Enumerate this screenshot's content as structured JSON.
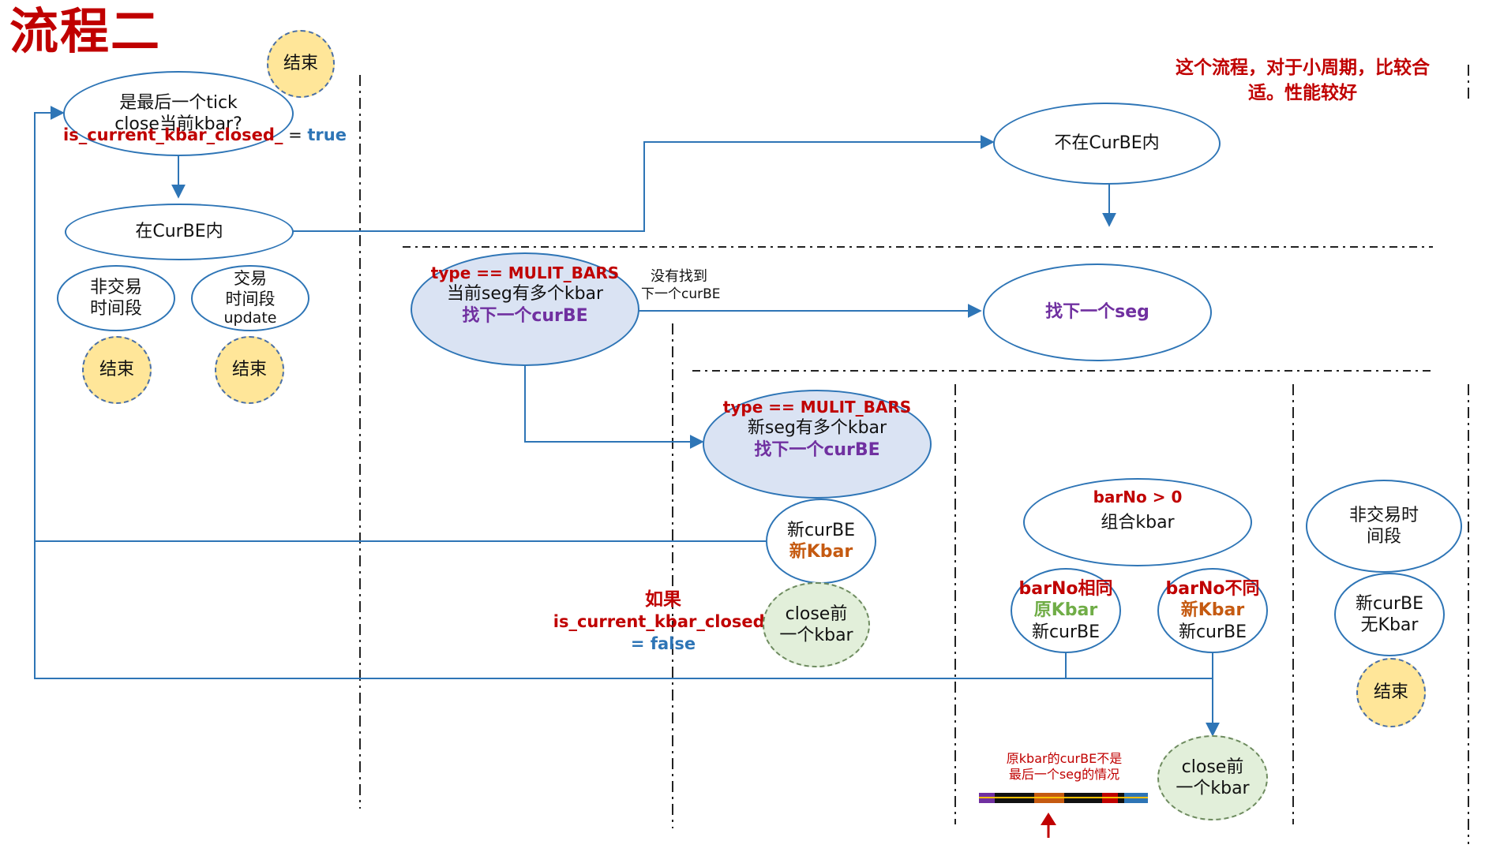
{
  "title": "流程二",
  "note": "这个流程，对于小周期，比较合适。性能较好",
  "nodes": {
    "last_tick": {
      "line1": "是最后一个tick",
      "line2": "close当前kbar?",
      "cond_var": "is_current_kbar_closed_",
      "cond_eq": " = ",
      "cond_val": "true"
    },
    "end_top": "结束",
    "in_curbe": "在CurBE内",
    "non_trade": {
      "line1": "非交易",
      "line2": "时间段"
    },
    "trade_update": {
      "line1": "交易",
      "line2": "时间段",
      "line3": "update"
    },
    "end_non_trade": "结束",
    "end_trade": "结束",
    "not_in_curbe": "不在CurBE内",
    "multi_bars_current": {
      "type": "type == MULIT_BARS",
      "line2": "当前seg有多个kbar",
      "line3": "找下一个curBE"
    },
    "not_found_label": {
      "line1": "没有找到",
      "line2": "下一个curBE"
    },
    "find_next_seg": "找下一个seg",
    "multi_bars_new": {
      "type": "type == MULIT_BARS",
      "line2": "新seg有多个kbar",
      "line3": "找下一个curBE"
    },
    "new_curbe_new_kbar": {
      "line1": "新curBE",
      "line2": "新Kbar"
    },
    "if_label": {
      "line1": "如果",
      "line2": "is_current_kbar_closed_",
      "line3_eq": "= ",
      "line3_val": "false"
    },
    "close_prev_kbar_1": {
      "line1": "close前",
      "line2": "一个kbar"
    },
    "combine_kbar": {
      "cond": "barNo > 0",
      "line2": "组合kbar"
    },
    "barno_same": {
      "line1": "barNo相同",
      "line2": "原Kbar",
      "line3": "新curBE"
    },
    "barno_diff": {
      "line1": "barNo不同",
      "line2": "新Kbar",
      "line3": "新curBE"
    },
    "non_trade_2": {
      "line1": "非交易时",
      "line2": "间段"
    },
    "new_curbe_no_kbar": {
      "line1": "新curBE",
      "line2": "无Kbar"
    },
    "end_right": "结束",
    "orig_kbar_note": {
      "line1": "原kbar的curBE不是",
      "line2": "最后一个seg的情况"
    },
    "close_prev_kbar_2": {
      "line1": "close前",
      "line2": "一个kbar"
    }
  },
  "colors": {
    "accent_red": "#c00000",
    "accent_blue": "#2e75b6",
    "purple": "#7030a0",
    "orange": "#c55a11",
    "green": "#70ad47",
    "end_fill": "#ffe699",
    "blue_fill": "#dae3f3",
    "green_fill": "#e2efda"
  }
}
